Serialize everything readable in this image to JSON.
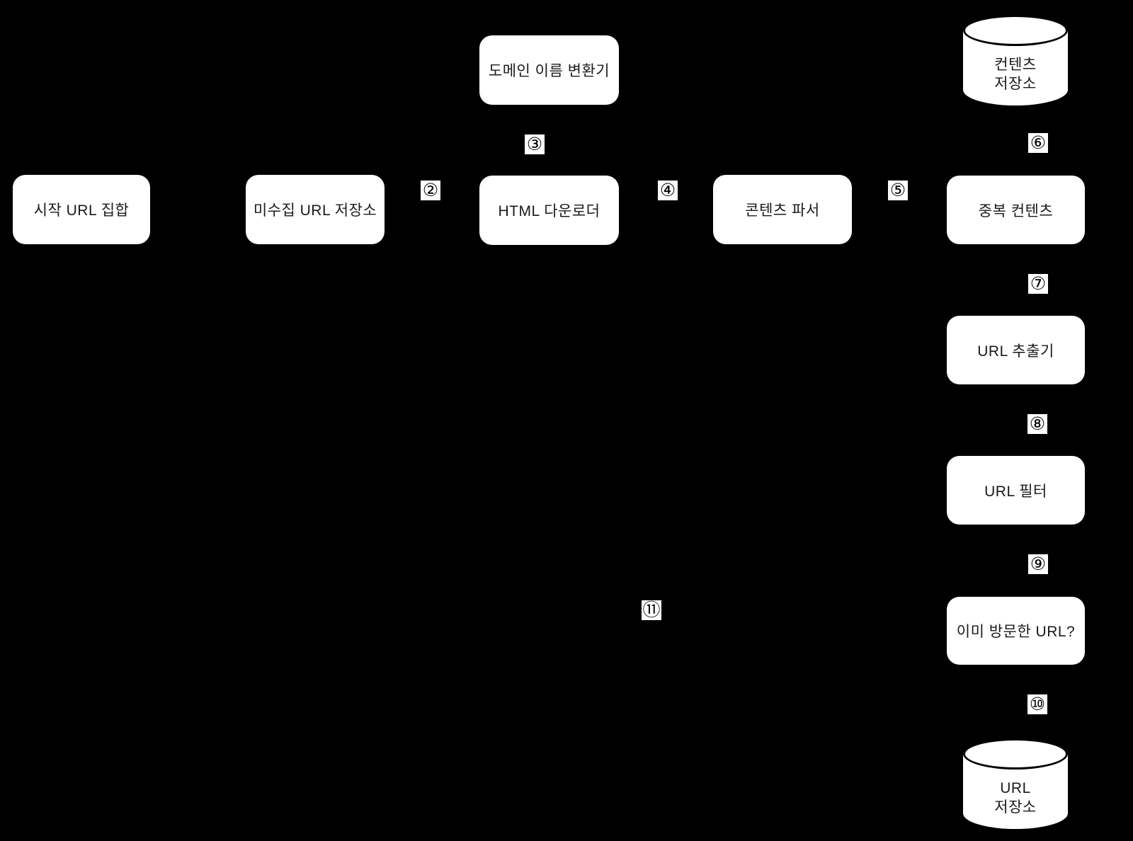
{
  "colors": {
    "background": "#000000",
    "node_fill": "#ffffff",
    "node_text": "#1a1a1a",
    "cylinder_stroke": "#000000"
  },
  "nodes": {
    "start_url_set": {
      "label": "시작 URL 집합"
    },
    "url_frontier": {
      "label": "미수집 URL 저장소"
    },
    "dns_resolver": {
      "label": "도메인 이름 변환기"
    },
    "html_downloader": {
      "label": "HTML 다운로더"
    },
    "content_parser": {
      "label": "콘텐츠 파서"
    },
    "duplicate_content": {
      "label": "중복 컨텐츠"
    },
    "url_extractor": {
      "label": "URL 추출기"
    },
    "url_filter": {
      "label": "URL 필터"
    },
    "visited_url": {
      "label": "이미 방문한 URL?"
    },
    "content_storage": {
      "line1": "컨텐츠",
      "line2": "저장소"
    },
    "url_storage": {
      "line1": "URL",
      "line2": "저장소"
    }
  },
  "step_badges": {
    "s2": "②",
    "s3": "③",
    "s4": "④",
    "s5": "⑤",
    "s6": "⑥",
    "s7": "⑦",
    "s8": "⑧",
    "s9": "⑨",
    "s10": "⑩",
    "s11": "⑪"
  }
}
